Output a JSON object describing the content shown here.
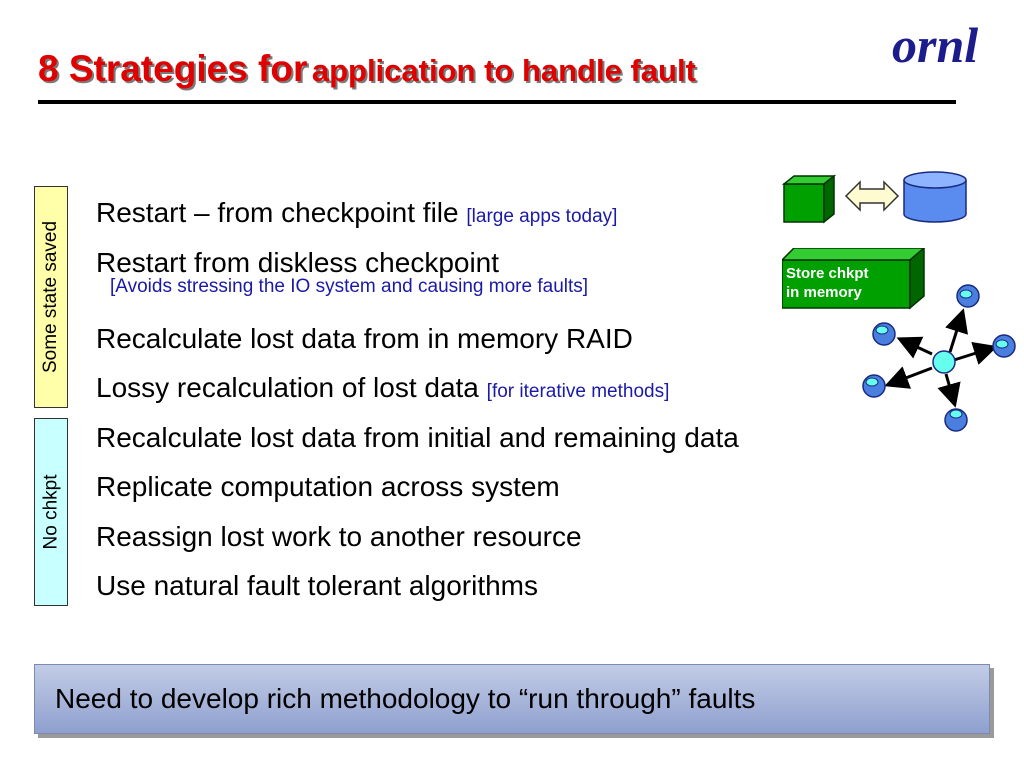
{
  "title": {
    "main": "8 Strategies for",
    "sub": "application to handle fault"
  },
  "logo": {
    "text": "ornl"
  },
  "side_labels": {
    "state_saved": "Some state saved",
    "no_checkpoint": "No chkpt"
  },
  "bullets": [
    {
      "text": "Restart – from checkpoint file",
      "note": "[large apps today]"
    },
    {
      "text": "Restart from diskless checkpoint",
      "subnote": "[Avoids stressing the IO system and causing more faults]"
    },
    {
      "text": "Recalculate lost data from in memory RAID"
    },
    {
      "text": "Lossy recalculation of lost data",
      "note": "[for iterative methods]"
    },
    {
      "text": "Recalculate lost data from initial and remaining data"
    },
    {
      "text": "Replicate computation across system"
    },
    {
      "text": "Reassign lost work to another resource"
    },
    {
      "text": "Use natural fault tolerant algorithms"
    }
  ],
  "diagram": {
    "memory_box_label_line1": "Store chkpt",
    "memory_box_label_line2": "in memory"
  },
  "banner": {
    "text": "Need to develop rich methodology to “run through” faults"
  },
  "colors": {
    "title": "#e00000",
    "note": "#1a1aa6",
    "state_label_bg": "#ffffaa",
    "nochkpt_label_bg": "#c8ffff",
    "green_box": "#00a000",
    "disk": "#5a8cf0",
    "node": "#4a7fe0",
    "hub": "#66ffee",
    "banner": "#9aaad6"
  },
  "icons": [
    "green-cube-icon",
    "double-arrow-icon",
    "disk-cylinder-icon",
    "node-network-icon"
  ]
}
